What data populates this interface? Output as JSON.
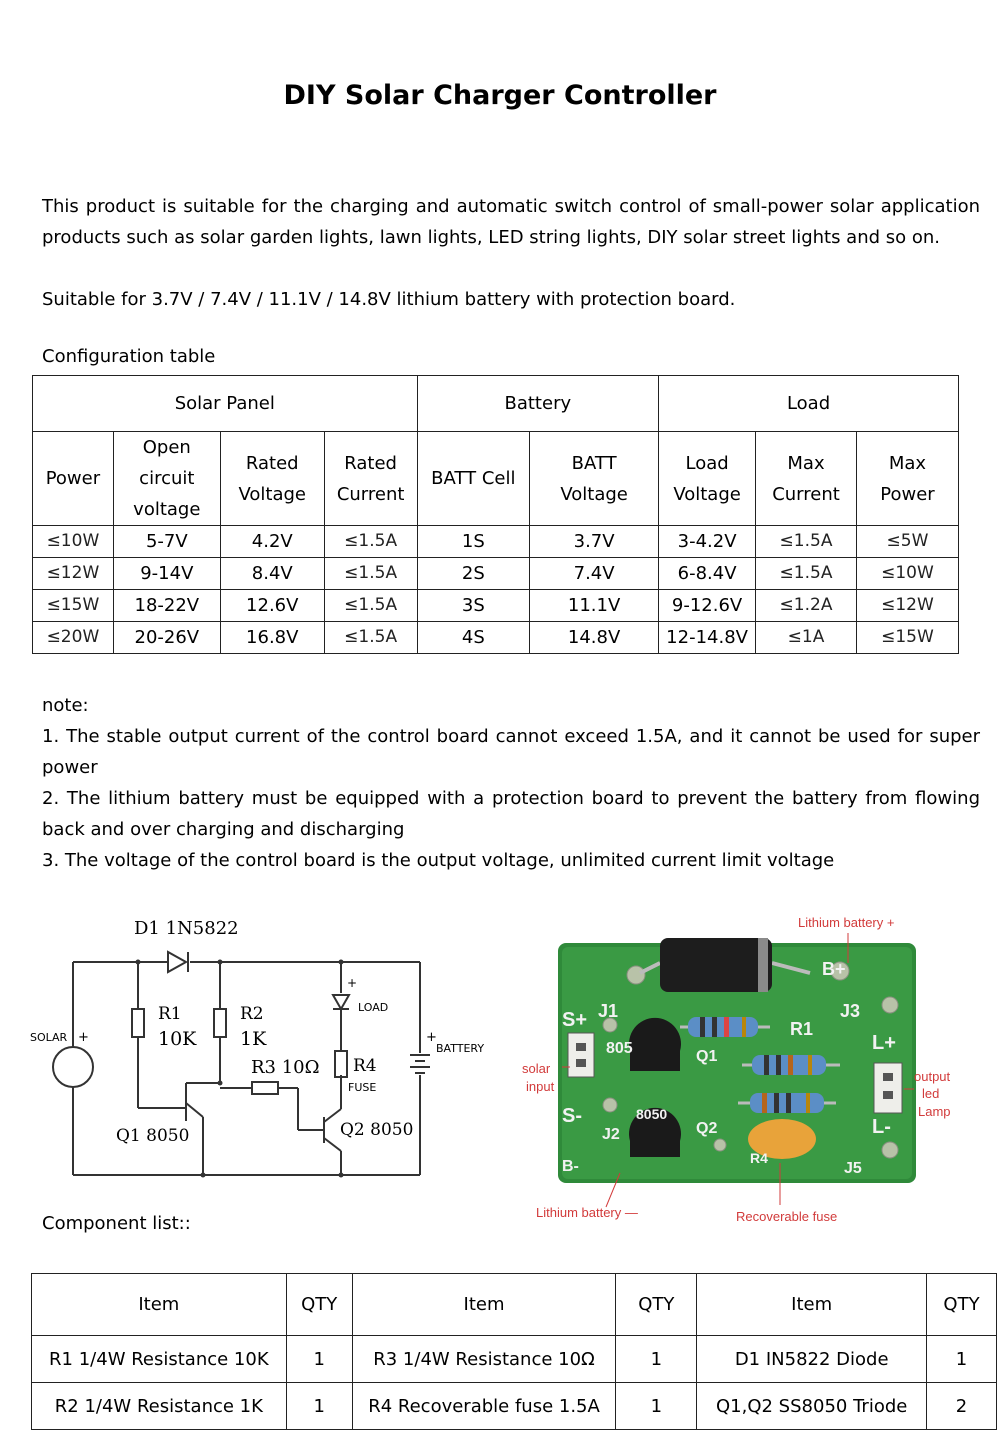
{
  "title": "DIY Solar Charger Controller",
  "intro": {
    "p1": "This product is suitable for the charging and automatic switch control of small-power solar application products such as solar garden lights, lawn lights, LED string lights, DIY solar street lights and so on.",
    "p2": "Suitable for 3.7V / 7.4V / 11.1V / 14.8V lithium battery with protection board."
  },
  "config": {
    "label": "Configuration table",
    "groups": [
      "Solar Panel",
      "Battery",
      "Load"
    ],
    "headers": [
      "Power",
      "Open circuit voltage",
      "Rated Voltage",
      "Rated Current",
      "BATT Cell",
      "BATT Voltage",
      "Load Voltage",
      "Max Current",
      "Max Power"
    ],
    "rows": [
      [
        "≤10W",
        "5-7V",
        "4.2V",
        "≤1.5A",
        "1S",
        "3.7V",
        "3-4.2V",
        "≤1.5A",
        "≤5W"
      ],
      [
        "≤12W",
        "9-14V",
        "8.4V",
        "≤1.5A",
        "2S",
        "7.4V",
        "6-8.4V",
        "≤1.5A",
        "≤10W"
      ],
      [
        "≤15W",
        "18-22V",
        "12.6V",
        "≤1.5A",
        "3S",
        "11.1V",
        "9-12.6V",
        "≤1.2A",
        "≤12W"
      ],
      [
        "≤20W",
        "20-26V",
        "16.8V",
        "≤1.5A",
        "4S",
        "14.8V",
        "12-14.8V",
        "≤1A",
        "≤15W"
      ]
    ]
  },
  "notes": {
    "label": "note:",
    "n1": "1. The stable output current of the control board cannot exceed 1.5A, and it cannot be used for super power",
    "n2": "2. The lithium battery must be equipped with a protection board to prevent the battery from flowing back and over charging and discharging",
    "n3": "3. The voltage of the control board is the output voltage, unlimited current limit voltage"
  },
  "schematic": {
    "d1": "D1  1N5822",
    "r1a": "R1",
    "r1b": "10K",
    "r2a": "R2",
    "r2b": "1K",
    "r3": "R3 10Ω",
    "r4": "R4",
    "fuse": "FUSE",
    "load": "LOAD",
    "solar": "SOLAR",
    "battery": "BATTERY",
    "q1": "Q1  8050",
    "q2": "Q2  8050",
    "plus": "+"
  },
  "board": {
    "lith_plus": "Lithium battery +",
    "lith_minus": "Lithium battery —",
    "solar_input_1": "solar",
    "solar_input_2": "input",
    "output_1": "output",
    "output_2": "led",
    "output_3": "Lamp",
    "fuse": "Recoverable fuse",
    "silk_splus": "S+",
    "silk_j1": "J1",
    "silk_sminus": "S-",
    "silk_j2": "J2",
    "silk_bminus": "B-",
    "silk_bplus": "B+",
    "silk_j3": "J3",
    "silk_r1": "R1",
    "silk_lplus": "L+",
    "silk_lminus": "L-",
    "silk_j5": "J5",
    "silk_q1": "Q1",
    "silk_q2": "Q2",
    "silk_805": "805",
    "silk_8050": "8050",
    "silk_r4": "R4"
  },
  "components": {
    "label": "Component list::",
    "headers": [
      "Item",
      "QTY",
      "Item",
      "QTY",
      "Item",
      "QTY"
    ],
    "rows": [
      [
        "R1 1/4W Resistance 10K",
        "1",
        "R3 1/4W Resistance 10Ω",
        "1",
        "D1 IN5822 Diode",
        "1"
      ],
      [
        "R2 1/4W Resistance 1K",
        "1",
        "R4 Recoverable fuse 1.5A",
        "1",
        "Q1,Q2 SS8050 Triode",
        "2"
      ]
    ]
  },
  "colors": {
    "pcb": "#2f8a3a",
    "label_red": "#d23b3b"
  }
}
